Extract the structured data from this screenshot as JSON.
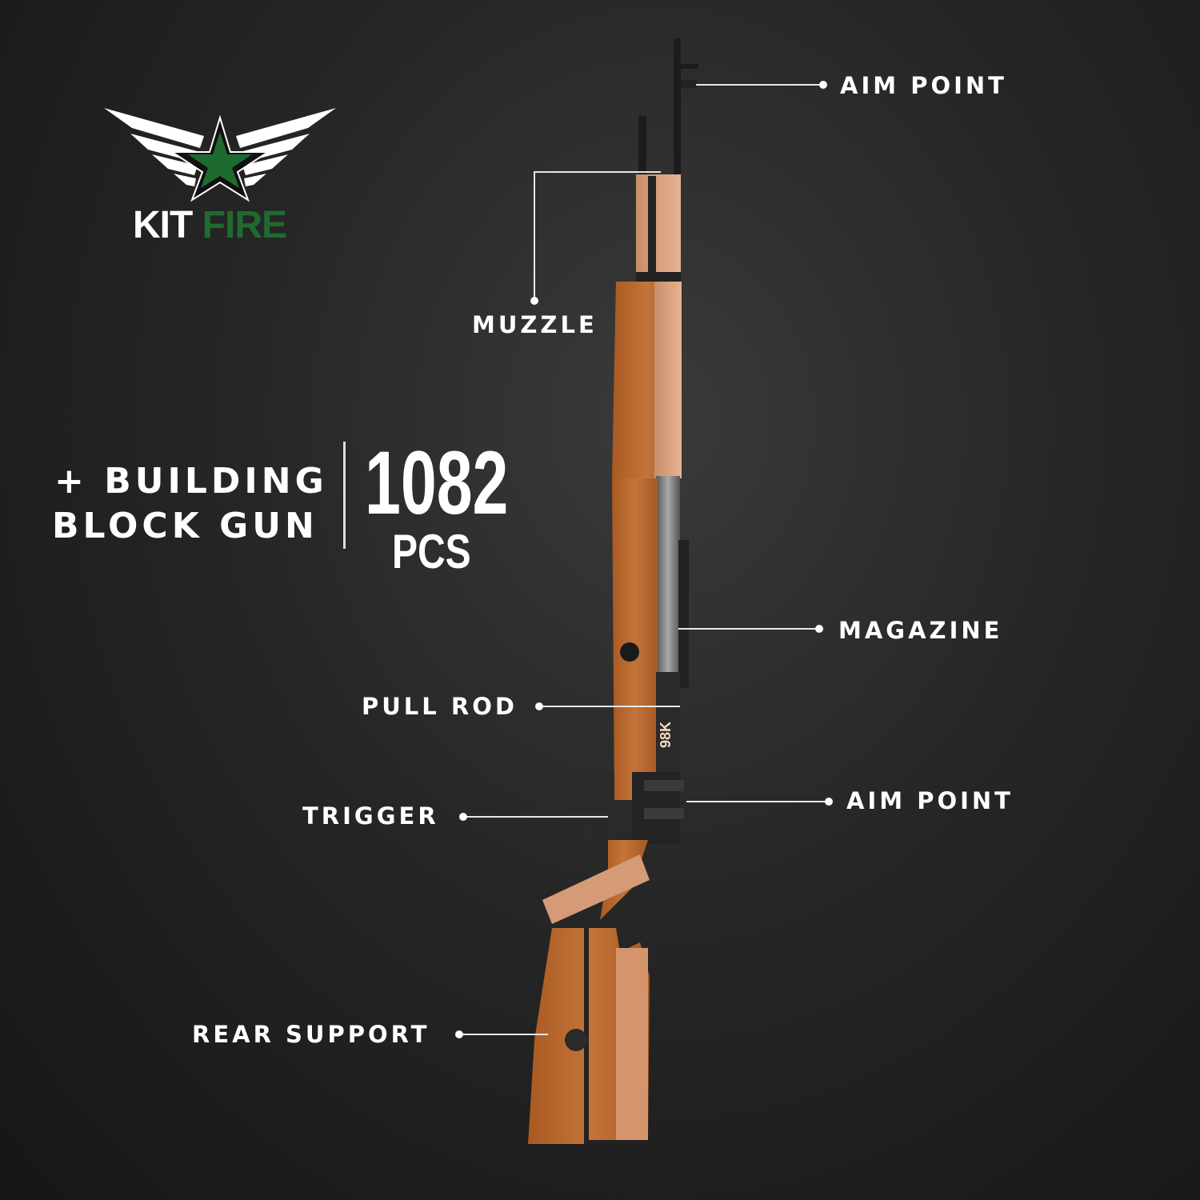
{
  "brand": {
    "name_part1": "KIT",
    "name_part2": "FIRE",
    "accent_color": "#1e6b30"
  },
  "headline": {
    "plus": "+",
    "line1": "BUILDING",
    "line2": "BLOCK GUN"
  },
  "piece_count": {
    "number": "1082",
    "unit": "PCS"
  },
  "product_marking": "98K",
  "callouts": {
    "aim_point_top": "AIM POINT",
    "muzzle": "MUZZLE",
    "magazine": "MAGAZINE",
    "pull_rod": "PULL ROD",
    "trigger": "TRIGGER",
    "aim_point_bottom": "AIM POINT",
    "rear_support": "REAR SUPPORT"
  }
}
